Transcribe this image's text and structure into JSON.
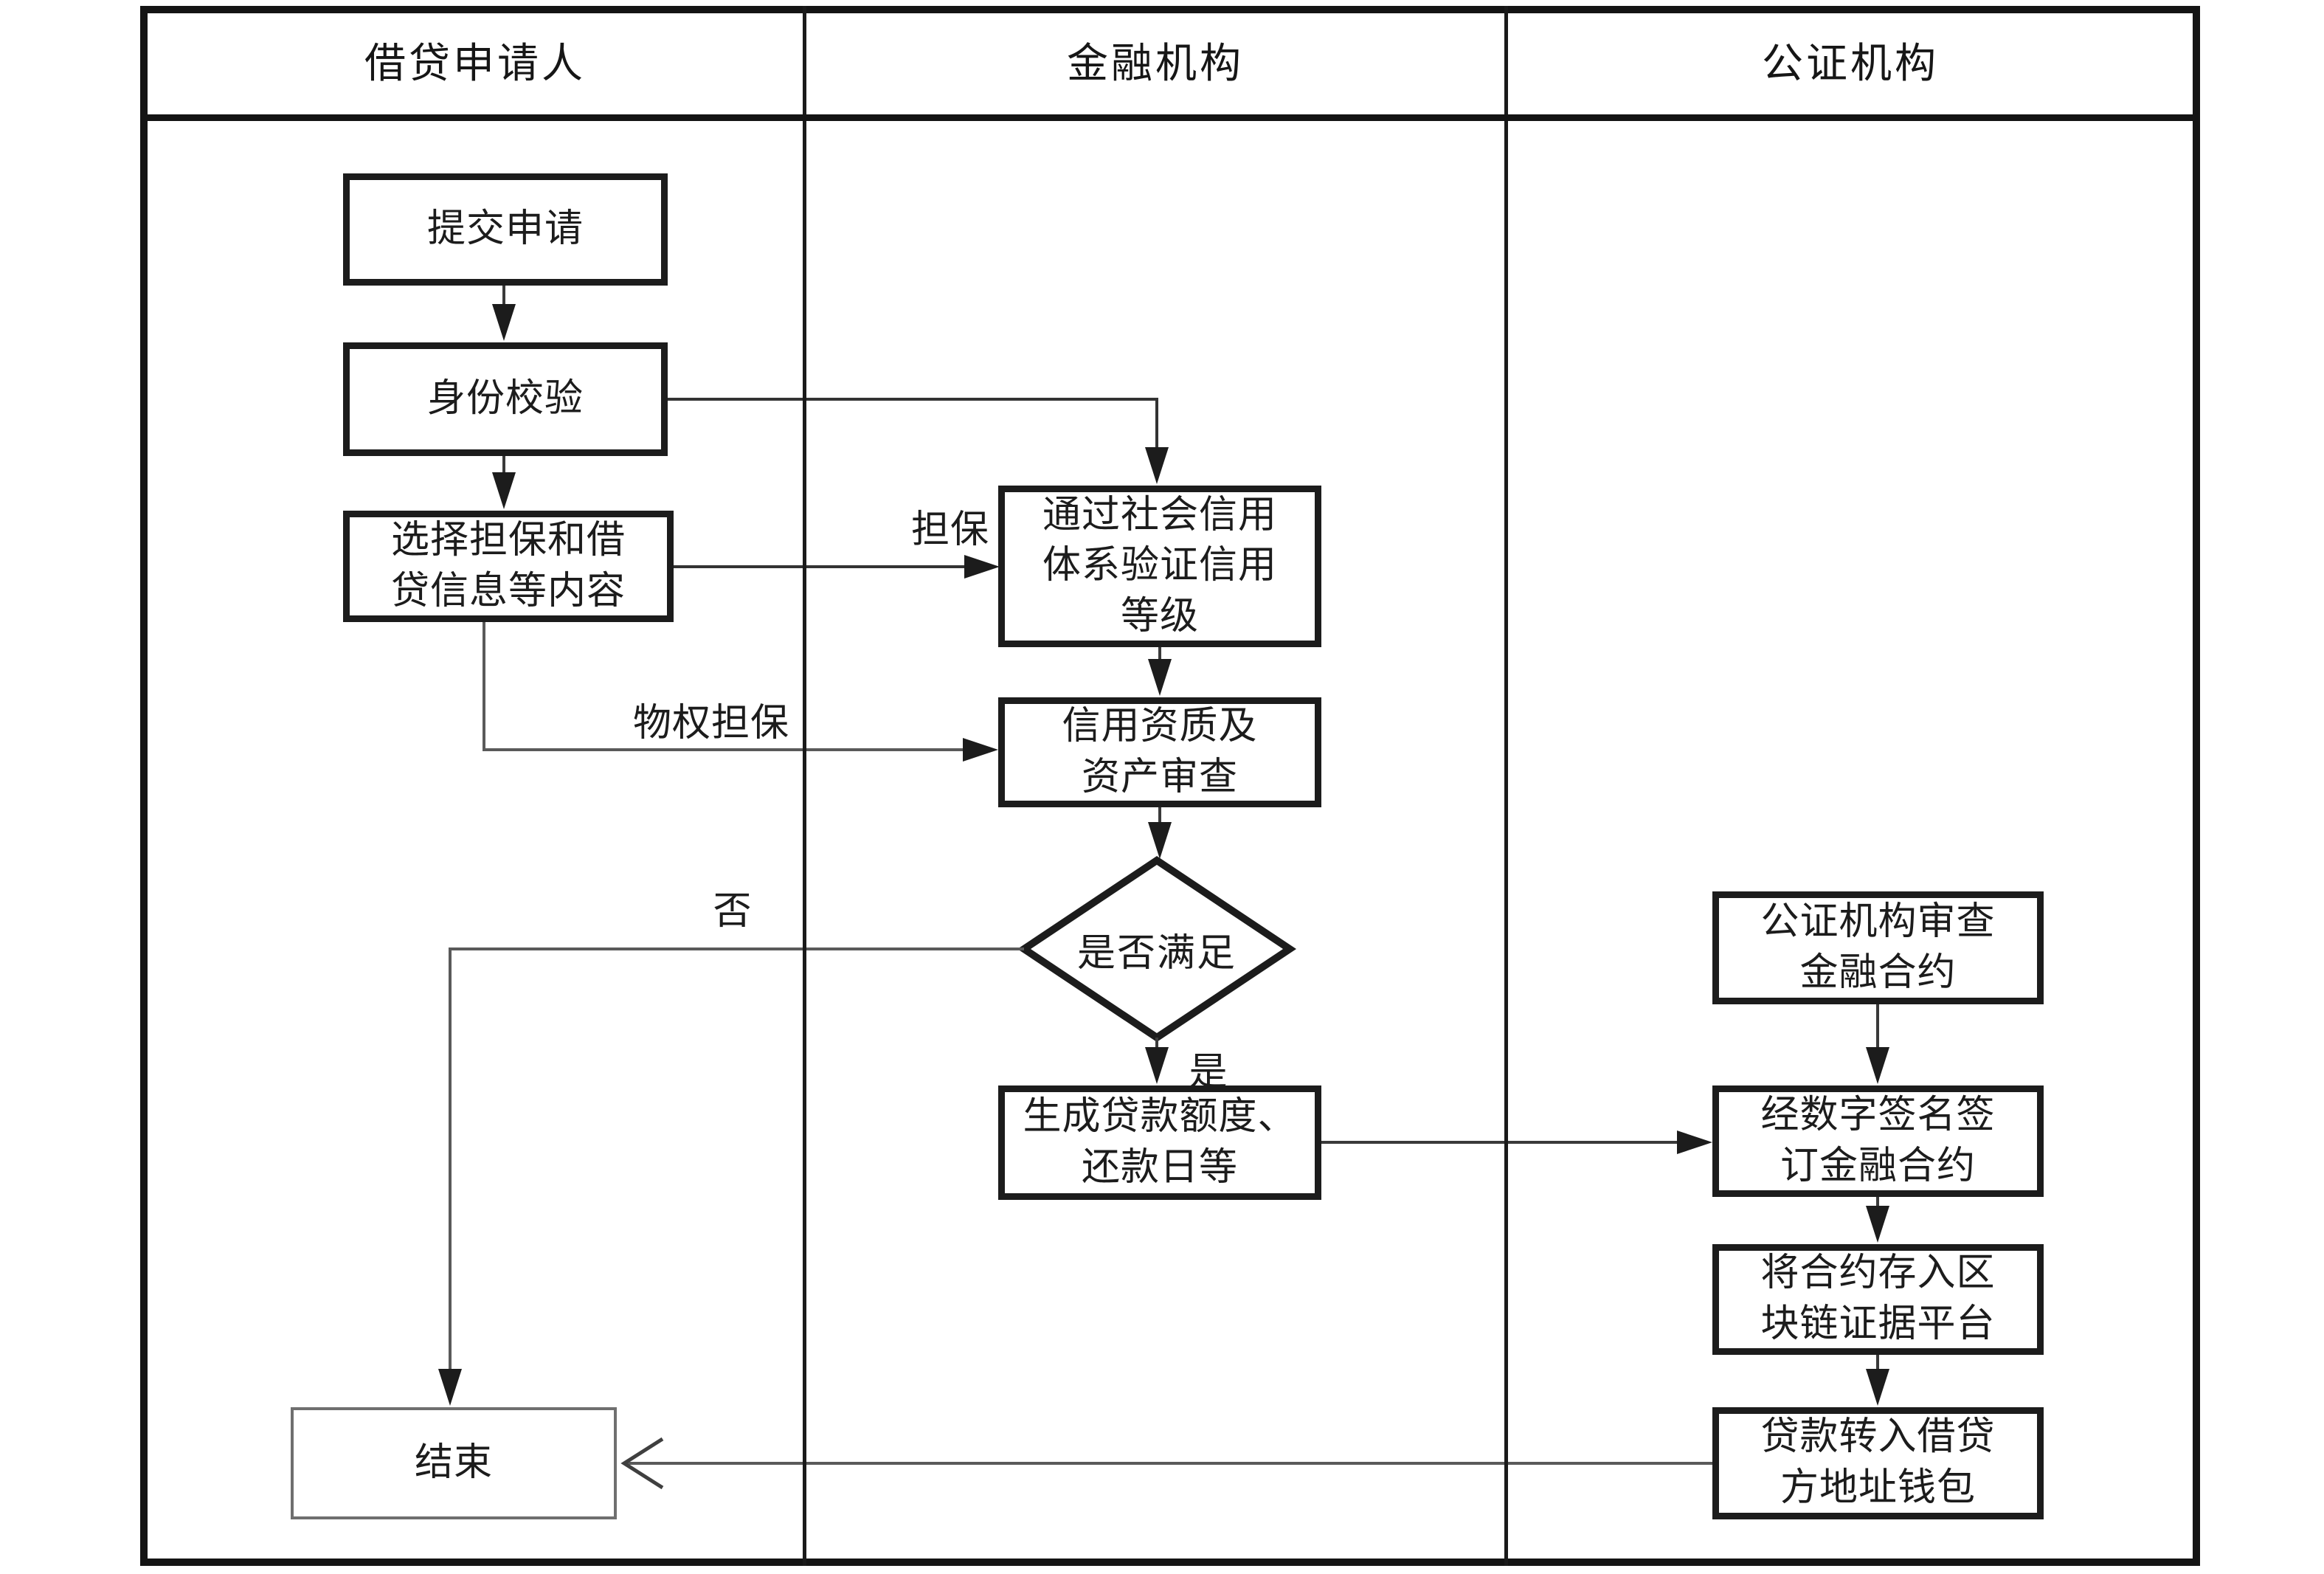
{
  "diagram": {
    "type": "swimlane-flowchart",
    "language": "zh-CN",
    "lanes": [
      {
        "id": "applicant",
        "title": "借贷申请人"
      },
      {
        "id": "financial",
        "title": "金融机构"
      },
      {
        "id": "notary",
        "title": "公证机构"
      }
    ],
    "nodes": {
      "submit": {
        "lane": "applicant",
        "shape": "process",
        "label": "提交申请"
      },
      "identity": {
        "lane": "applicant",
        "shape": "process",
        "label": "身份校验"
      },
      "select": {
        "lane": "applicant",
        "shape": "process",
        "label": "选择担保和借\n贷信息等内容"
      },
      "end": {
        "lane": "applicant",
        "shape": "terminal",
        "label": "结束"
      },
      "credit_verify": {
        "lane": "financial",
        "shape": "process",
        "label": "通过社会信用\n体系验证信用\n等级"
      },
      "credit_review": {
        "lane": "financial",
        "shape": "process",
        "label": "信用资质及\n资产审查"
      },
      "decision": {
        "lane": "financial",
        "shape": "decision",
        "label": "是否满足"
      },
      "generate": {
        "lane": "financial",
        "shape": "process",
        "label": "生成贷款额度、\n还款日等"
      },
      "notary_review": {
        "lane": "notary",
        "shape": "process",
        "label": "公证机构审查\n金融合约"
      },
      "sign": {
        "lane": "notary",
        "shape": "process",
        "label": "经数字签名签\n订金融合约"
      },
      "store": {
        "lane": "notary",
        "shape": "process",
        "label": "将合约存入区\n块链证据平台"
      },
      "transfer": {
        "lane": "notary",
        "shape": "process",
        "label": "贷款转入借贷\n方地址钱包"
      }
    },
    "edge_labels": {
      "guarantee": "担保",
      "property_guarantee": "物权担保",
      "no": "否",
      "yes": "是"
    },
    "flow": [
      {
        "from": "submit",
        "to": "identity",
        "label": ""
      },
      {
        "from": "identity",
        "to": "select",
        "label": ""
      },
      {
        "from": "identity",
        "to": "credit_verify",
        "label": ""
      },
      {
        "from": "select",
        "to": "credit_verify",
        "label": "担保"
      },
      {
        "from": "select",
        "to": "credit_review",
        "label": "物权担保"
      },
      {
        "from": "credit_verify",
        "to": "credit_review",
        "label": ""
      },
      {
        "from": "credit_review",
        "to": "decision",
        "label": ""
      },
      {
        "from": "decision",
        "to": "end",
        "label": "否"
      },
      {
        "from": "decision",
        "to": "generate",
        "label": "是"
      },
      {
        "from": "generate",
        "to": "sign",
        "label": ""
      },
      {
        "from": "notary_review",
        "to": "sign",
        "label": ""
      },
      {
        "from": "sign",
        "to": "store",
        "label": ""
      },
      {
        "from": "store",
        "to": "transfer",
        "label": ""
      },
      {
        "from": "transfer",
        "to": "end",
        "label": ""
      }
    ],
    "colors": {
      "background": "#ffffff",
      "frame": "#141414",
      "node_border": "#1c1c1c",
      "end_node_border": "#6f6f6f",
      "line_dark": "#3a3a3a",
      "line_gray": "#5a5a5a",
      "arrowhead": "#1c1c1c",
      "text": "#1c1c1c"
    }
  }
}
